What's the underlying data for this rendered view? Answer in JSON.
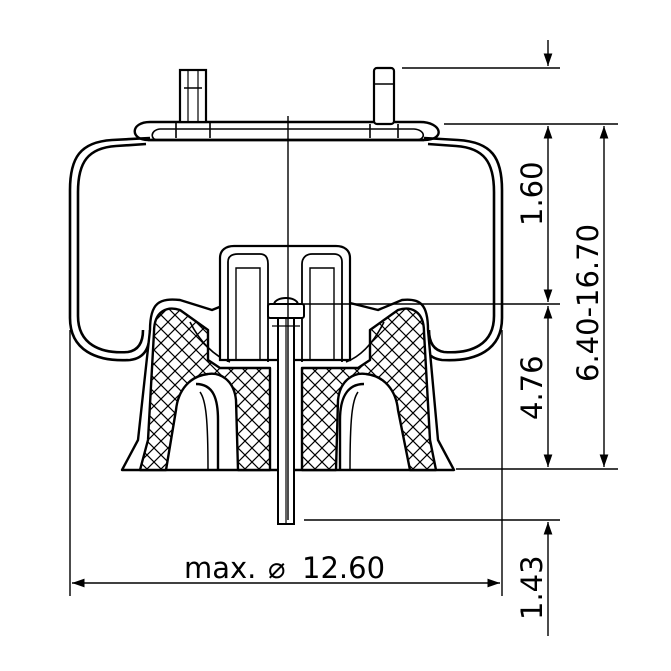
{
  "dimensions": {
    "diameter_prefix": "max.",
    "diameter_symbol": "⌀",
    "diameter_value": "12.60",
    "height_upper": "1.60",
    "height_range": "6.40-16.70",
    "height_lower": "4.76",
    "height_bottom": "1.43"
  }
}
